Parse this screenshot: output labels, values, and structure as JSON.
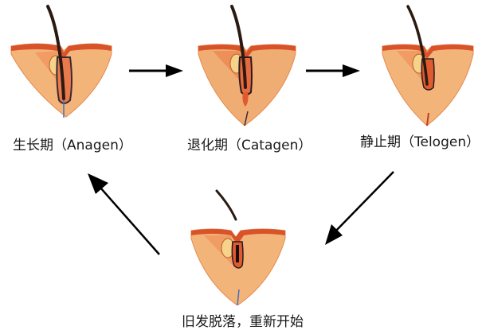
{
  "diagram": {
    "title": "Hair growth cycle",
    "colors": {
      "skin_fill": "#f3b47a",
      "skin_dark": "#e07a3e",
      "epidermis": "#d9532a",
      "hair": "#2b1a12",
      "arrow": "#000000",
      "text": "#1a1a1a"
    },
    "stages": [
      {
        "id": "anagen",
        "label": "生长期（Anagen）",
        "hair": "long-attached"
      },
      {
        "id": "catagen",
        "label": "退化期（Catagen）",
        "hair": "long-retracting"
      },
      {
        "id": "telogen",
        "label": "静止期（Telogen）",
        "hair": "resting"
      },
      {
        "id": "shedding",
        "label": "旧发脱落，重新开始",
        "hair": "shed"
      }
    ],
    "arrows": [
      {
        "from": "anagen",
        "to": "catagen",
        "icon": "arrow-right-icon"
      },
      {
        "from": "catagen",
        "to": "telogen",
        "icon": "arrow-right-icon"
      },
      {
        "from": "telogen",
        "to": "shedding",
        "icon": "arrow-down-left-icon"
      },
      {
        "from": "shedding",
        "to": "anagen",
        "icon": "arrow-up-left-icon"
      }
    ]
  }
}
